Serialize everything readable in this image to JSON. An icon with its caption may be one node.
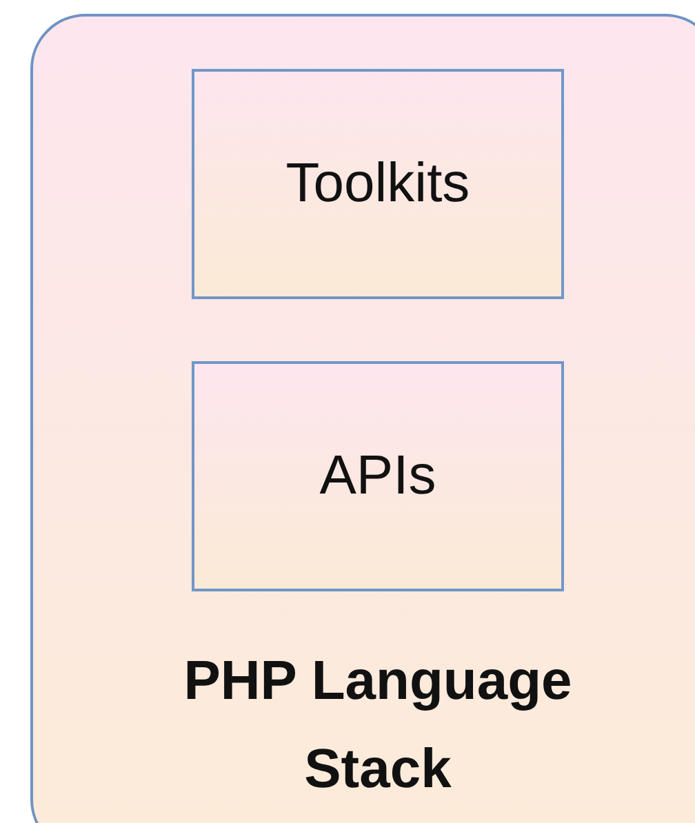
{
  "diagram": {
    "nodes": [
      {
        "text": [
          "PHP Language Stack"
        ]
      },
      {
        "text": [
          "Toolkits"
        ],
        "in": 0
      },
      {
        "text": [
          "APIs"
        ],
        "in": 0
      }
    ]
  }
}
